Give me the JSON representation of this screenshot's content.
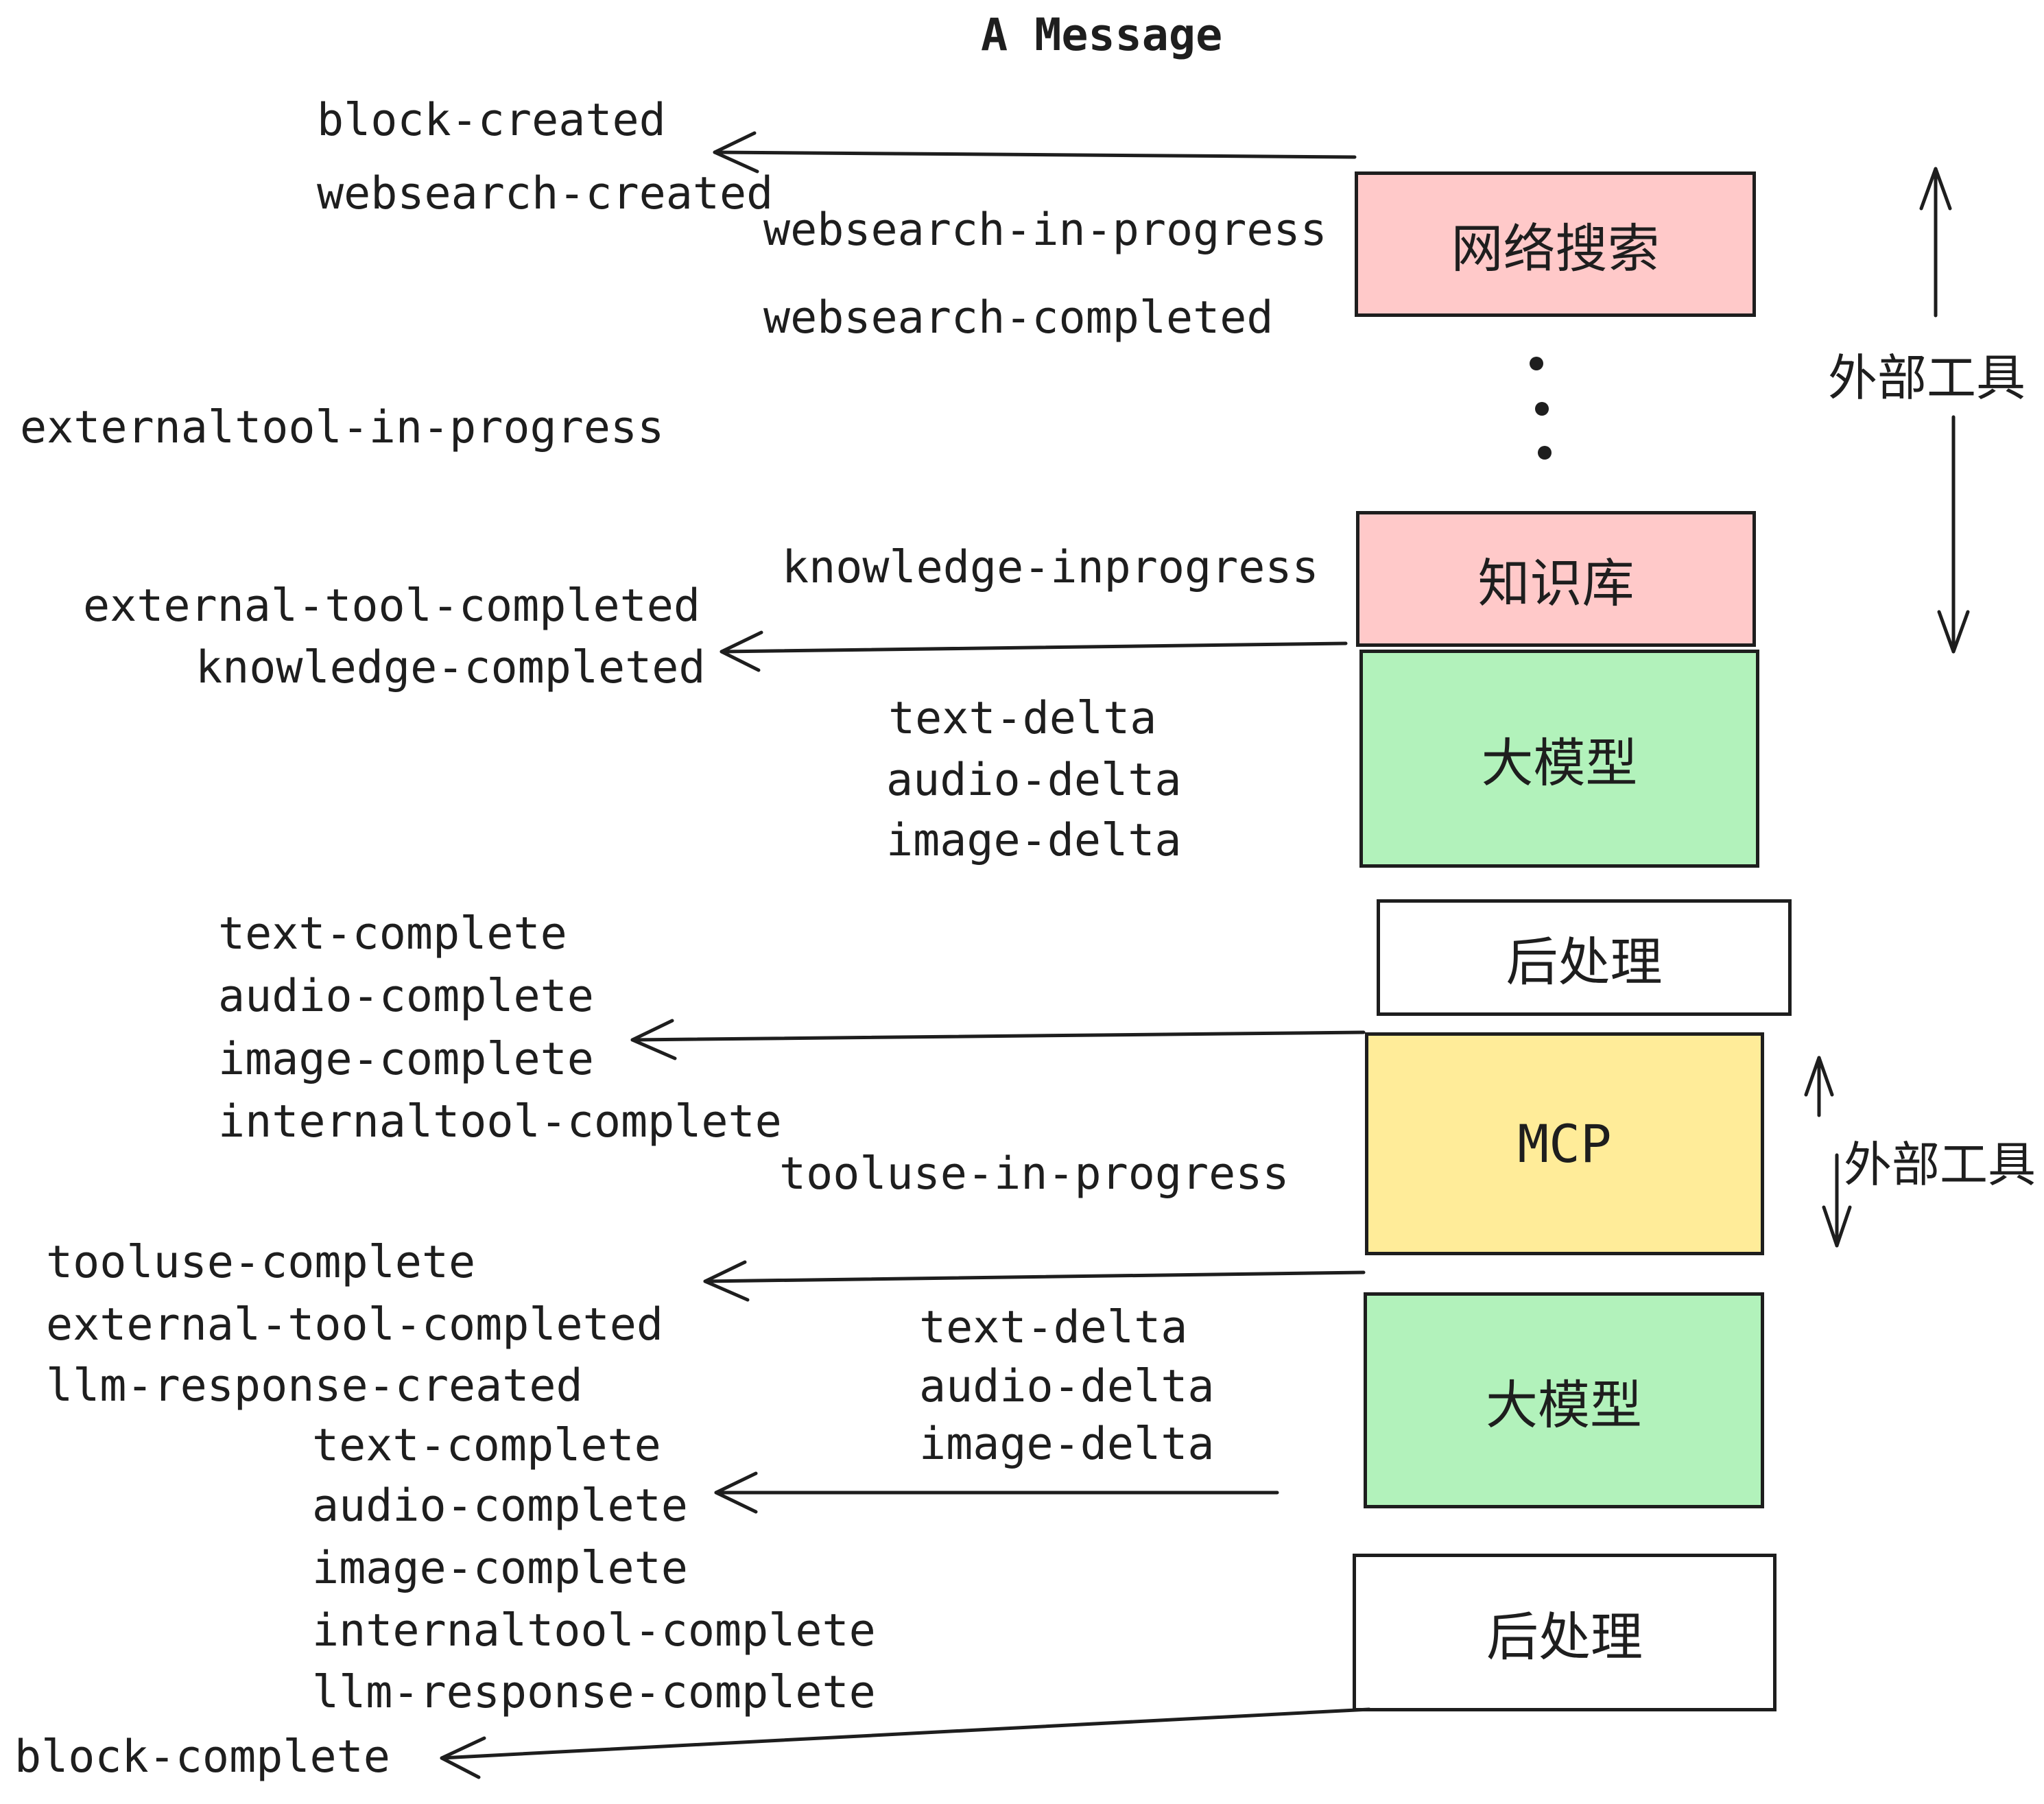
{
  "title": "A Message",
  "colors": {
    "pink": "#ffc9c9",
    "green": "#b2f2bb",
    "yellow": "#ffec99",
    "white": "#ffffff",
    "ink": "#1e1e1e",
    "background": "#ffffff"
  },
  "events": {
    "block_created": "block-created",
    "websearch_created": "websearch-created",
    "websearch_in_progress": "websearch-in-progress",
    "websearch_completed": "websearch-completed",
    "externaltool_in_progress": "externaltool-in-progress",
    "knowledge_inprogress": "knowledge-inprogress",
    "external_tool_completed": "external-tool-completed",
    "knowledge_completed": "knowledge-completed",
    "text_delta_1": "text-delta",
    "audio_delta_1": "audio-delta",
    "image_delta_1": "image-delta",
    "text_complete_1": "text-complete",
    "audio_complete_1": "audio-complete",
    "image_complete_1": "image-complete",
    "internaltool_complete_1": "internaltool-complete",
    "tooluse_in_progress": "tooluse-in-progress",
    "tooluse_complete": "tooluse-complete",
    "external_tool_completed_2": "external-tool-completed",
    "llm_response_created": "llm-response-created",
    "text_delta_2": "text-delta",
    "audio_delta_2": "audio-delta",
    "image_delta_2": "image-delta",
    "text_complete_2": "text-complete",
    "audio_complete_2": "audio-complete",
    "image_complete_2": "image-complete",
    "internaltool_complete_2": "internaltool-complete",
    "llm_response_complete": "llm-response-complete",
    "block_complete": "block-complete"
  },
  "boxes": {
    "websearch": "网络搜索",
    "knowledge": "知识库",
    "llm_1": "大模型",
    "postprocess_1": "后处理",
    "mcp": "MCP",
    "llm_2": "大模型",
    "postprocess_2": "后处理"
  },
  "side_labels": {
    "external_tools_1": "外部工具",
    "external_tools_2": "外部工具"
  }
}
